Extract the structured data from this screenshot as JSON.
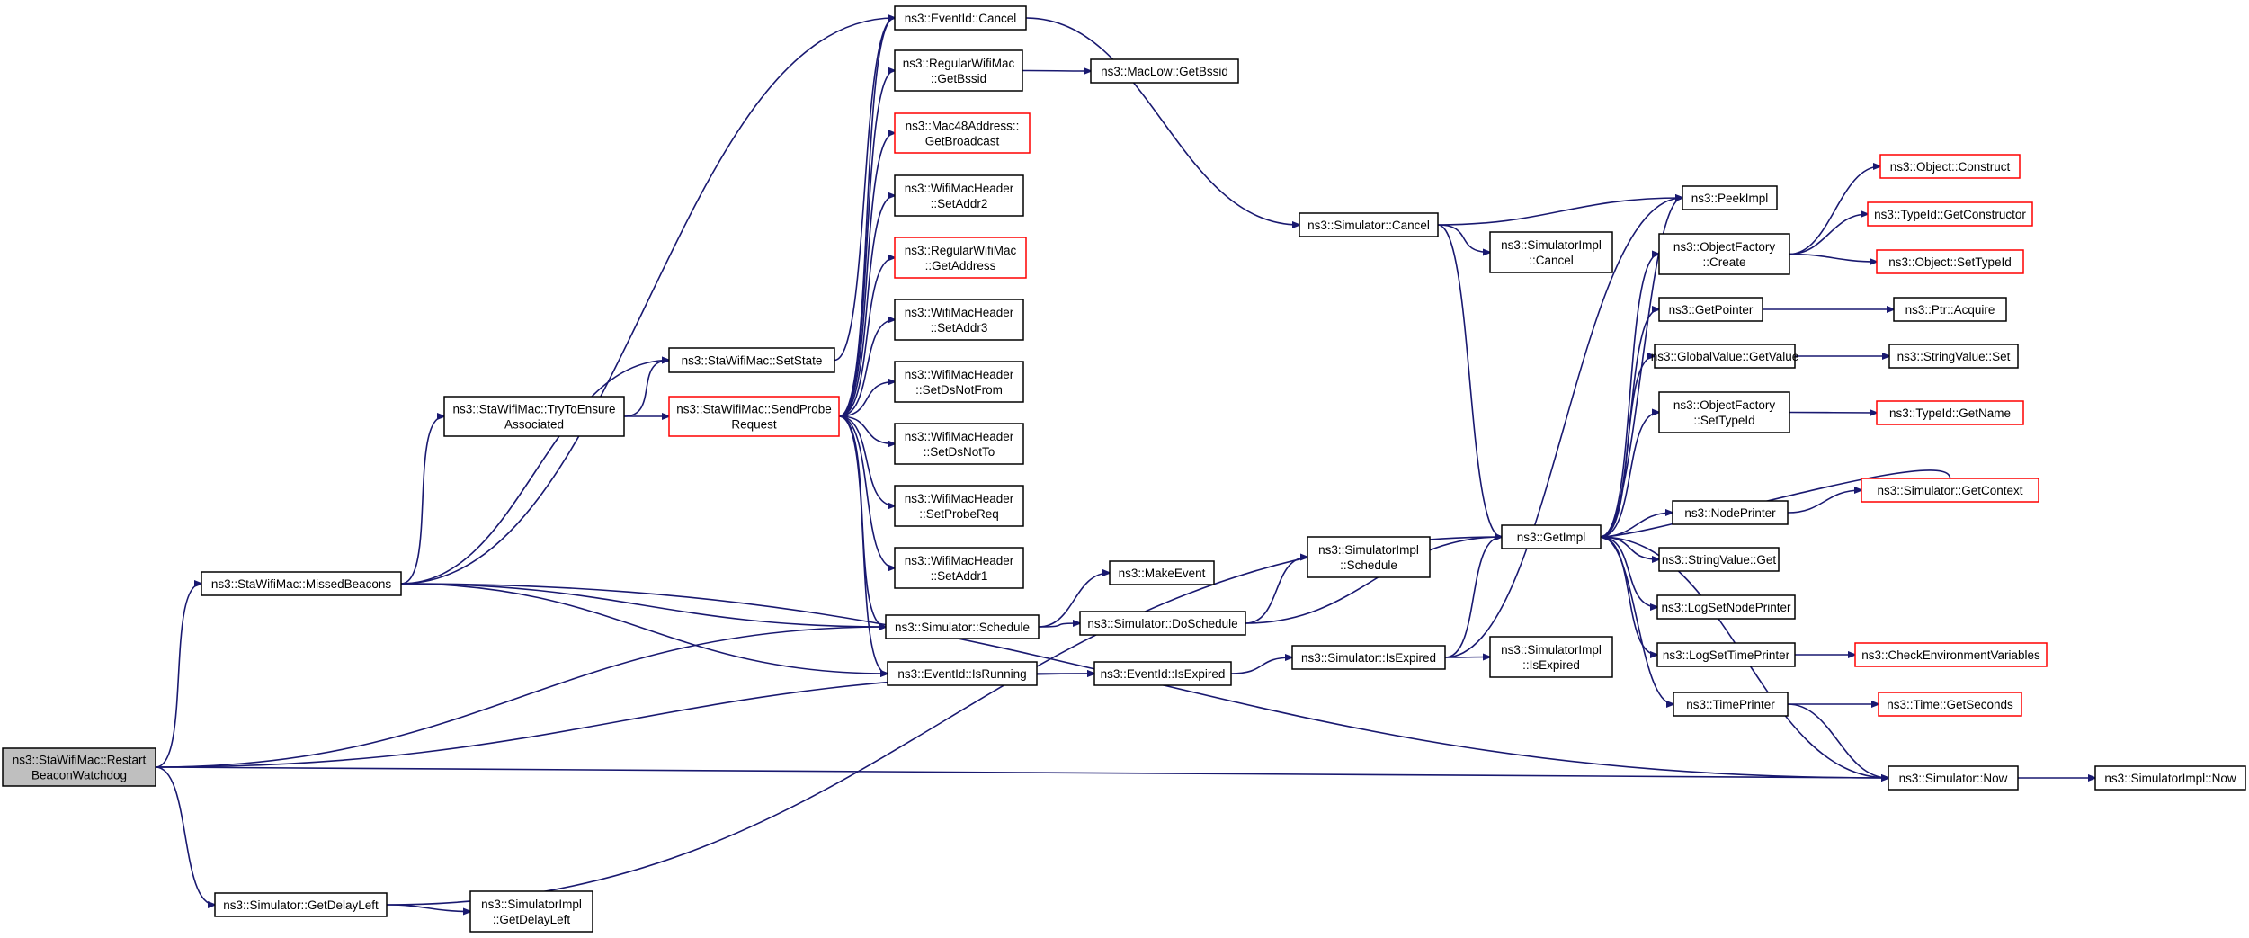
{
  "graph": {
    "nodes": [
      {
        "id": "restart",
        "lines": [
          "ns3::StaWifiMac::Restart",
          "BeaconWatchdog"
        ],
        "border": "black",
        "root": true
      },
      {
        "id": "missed",
        "lines": [
          "ns3::StaWifiMac::MissedBeacons"
        ],
        "border": "black"
      },
      {
        "id": "getdelayleft",
        "lines": [
          "ns3::Simulator::GetDelayLeft"
        ],
        "border": "black"
      },
      {
        "id": "implgetdelayleft",
        "lines": [
          "ns3::SimulatorImpl",
          "::GetDelayLeft"
        ],
        "border": "black"
      },
      {
        "id": "trytoensure",
        "lines": [
          "ns3::StaWifiMac::TryToEnsure",
          "Associated"
        ],
        "border": "black"
      },
      {
        "id": "setstate",
        "lines": [
          "ns3::StaWifiMac::SetState"
        ],
        "border": "black"
      },
      {
        "id": "sendprobe",
        "lines": [
          "ns3::StaWifiMac::SendProbe",
          "Request"
        ],
        "border": "red"
      },
      {
        "id": "eventcancel",
        "lines": [
          "ns3::EventId::Cancel"
        ],
        "border": "black"
      },
      {
        "id": "getbssid",
        "lines": [
          "ns3::RegularWifiMac",
          "::GetBssid"
        ],
        "border": "black"
      },
      {
        "id": "maclowbssid",
        "lines": [
          "ns3::MacLow::GetBssid"
        ],
        "border": "black"
      },
      {
        "id": "broadcast",
        "lines": [
          "ns3::Mac48Address::",
          "GetBroadcast"
        ],
        "border": "red"
      },
      {
        "id": "addr2",
        "lines": [
          "ns3::WifiMacHeader",
          "::SetAddr2"
        ],
        "border": "black"
      },
      {
        "id": "getaddress",
        "lines": [
          "ns3::RegularWifiMac",
          "::GetAddress"
        ],
        "border": "red"
      },
      {
        "id": "addr3",
        "lines": [
          "ns3::WifiMacHeader",
          "::SetAddr3"
        ],
        "border": "black"
      },
      {
        "id": "dsnotfrom",
        "lines": [
          "ns3::WifiMacHeader",
          "::SetDsNotFrom"
        ],
        "border": "black"
      },
      {
        "id": "dsnotto",
        "lines": [
          "ns3::WifiMacHeader",
          "::SetDsNotTo"
        ],
        "border": "black"
      },
      {
        "id": "probereq",
        "lines": [
          "ns3::WifiMacHeader",
          "::SetProbeReq"
        ],
        "border": "black"
      },
      {
        "id": "addr1",
        "lines": [
          "ns3::WifiMacHeader",
          "::SetAddr1"
        ],
        "border": "black"
      },
      {
        "id": "schedule",
        "lines": [
          "ns3::Simulator::Schedule"
        ],
        "border": "black"
      },
      {
        "id": "isrunning",
        "lines": [
          "ns3::EventId::IsRunning"
        ],
        "border": "black"
      },
      {
        "id": "makeevent",
        "lines": [
          "ns3::MakeEvent"
        ],
        "border": "black"
      },
      {
        "id": "doschedule",
        "lines": [
          "ns3::Simulator::DoSchedule"
        ],
        "border": "black"
      },
      {
        "id": "evisexpired",
        "lines": [
          "ns3::EventId::IsExpired"
        ],
        "border": "black"
      },
      {
        "id": "implschedule",
        "lines": [
          "ns3::SimulatorImpl",
          "::Schedule"
        ],
        "border": "black"
      },
      {
        "id": "siminexpired",
        "lines": [
          "ns3::Simulator::IsExpired"
        ],
        "border": "black"
      },
      {
        "id": "simcancel",
        "lines": [
          "ns3::Simulator::Cancel"
        ],
        "border": "black"
      },
      {
        "id": "implcancel",
        "lines": [
          "ns3::SimulatorImpl",
          "::Cancel"
        ],
        "border": "black"
      },
      {
        "id": "implisexpired",
        "lines": [
          "ns3::SimulatorImpl",
          "::IsExpired"
        ],
        "border": "black"
      },
      {
        "id": "getimpl",
        "lines": [
          "ns3::GetImpl"
        ],
        "border": "black"
      },
      {
        "id": "peekimpl",
        "lines": [
          "ns3::PeekImpl"
        ],
        "border": "black"
      },
      {
        "id": "ofcreate",
        "lines": [
          "ns3::ObjectFactory",
          "::Create"
        ],
        "border": "black"
      },
      {
        "id": "getpointer",
        "lines": [
          "ns3::GetPointer"
        ],
        "border": "black"
      },
      {
        "id": "gvgetvalue",
        "lines": [
          "ns3::GlobalValue::GetValue"
        ],
        "border": "black"
      },
      {
        "id": "ofsettypeid",
        "lines": [
          "ns3::ObjectFactory",
          "::SetTypeId"
        ],
        "border": "black"
      },
      {
        "id": "nodeprinter",
        "lines": [
          "ns3::NodePrinter"
        ],
        "border": "black"
      },
      {
        "id": "svget",
        "lines": [
          "ns3::StringValue::Get"
        ],
        "border": "black"
      },
      {
        "id": "logsetnode",
        "lines": [
          "ns3::LogSetNodePrinter"
        ],
        "border": "black"
      },
      {
        "id": "logsettime",
        "lines": [
          "ns3::LogSetTimePrinter"
        ],
        "border": "black"
      },
      {
        "id": "timeprinter",
        "lines": [
          "ns3::TimePrinter"
        ],
        "border": "black"
      },
      {
        "id": "simnow",
        "lines": [
          "ns3::Simulator::Now"
        ],
        "border": "black"
      },
      {
        "id": "implnow",
        "lines": [
          "ns3::SimulatorImpl::Now"
        ],
        "border": "black"
      },
      {
        "id": "objconstruct",
        "lines": [
          "ns3::Object::Construct"
        ],
        "border": "red"
      },
      {
        "id": "getconstructor",
        "lines": [
          "ns3::TypeId::GetConstructor"
        ],
        "border": "red"
      },
      {
        "id": "objsettypeid",
        "lines": [
          "ns3::Object::SetTypeId"
        ],
        "border": "red"
      },
      {
        "id": "ptracquire",
        "lines": [
          "ns3::Ptr::Acquire"
        ],
        "border": "black"
      },
      {
        "id": "svset",
        "lines": [
          "ns3::StringValue::Set"
        ],
        "border": "black"
      },
      {
        "id": "typeidgetname",
        "lines": [
          "ns3::TypeId::GetName"
        ],
        "border": "red"
      },
      {
        "id": "getcontext",
        "lines": [
          "ns3::Simulator::GetContext"
        ],
        "border": "red"
      },
      {
        "id": "checkenv",
        "lines": [
          "ns3::CheckEnvironmentVariables"
        ],
        "border": "red"
      },
      {
        "id": "getseconds",
        "lines": [
          "ns3::Time::GetSeconds"
        ],
        "border": "red"
      }
    ],
    "edges": [
      [
        "restart",
        "missed"
      ],
      [
        "restart",
        "schedule"
      ],
      [
        "restart",
        "evisexpired"
      ],
      [
        "restart",
        "getdelayleft"
      ],
      [
        "restart",
        "simnow"
      ],
      [
        "missed",
        "eventcancel"
      ],
      [
        "missed",
        "setstate"
      ],
      [
        "missed",
        "trytoensure"
      ],
      [
        "missed",
        "schedule"
      ],
      [
        "missed",
        "isrunning"
      ],
      [
        "missed",
        "simnow"
      ],
      [
        "getdelayleft",
        "implgetdelayleft"
      ],
      [
        "getdelayleft",
        "getimpl"
      ],
      [
        "trytoensure",
        "setstate"
      ],
      [
        "trytoensure",
        "sendprobe"
      ],
      [
        "setstate",
        "eventcancel"
      ],
      [
        "sendprobe",
        "eventcancel"
      ],
      [
        "sendprobe",
        "getbssid"
      ],
      [
        "sendprobe",
        "broadcast"
      ],
      [
        "sendprobe",
        "addr2"
      ],
      [
        "sendprobe",
        "getaddress"
      ],
      [
        "sendprobe",
        "addr3"
      ],
      [
        "sendprobe",
        "dsnotfrom"
      ],
      [
        "sendprobe",
        "dsnotto"
      ],
      [
        "sendprobe",
        "probereq"
      ],
      [
        "sendprobe",
        "addr1"
      ],
      [
        "sendprobe",
        "schedule"
      ],
      [
        "sendprobe",
        "isrunning"
      ],
      [
        "eventcancel",
        "simcancel"
      ],
      [
        "getbssid",
        "maclowbssid"
      ],
      [
        "schedule",
        "makeevent"
      ],
      [
        "schedule",
        "doschedule"
      ],
      [
        "isrunning",
        "evisexpired"
      ],
      [
        "evisexpired",
        "siminexpired"
      ],
      [
        "doschedule",
        "implschedule"
      ],
      [
        "doschedule",
        "getimpl"
      ],
      [
        "siminexpired",
        "implisexpired"
      ],
      [
        "siminexpired",
        "getimpl"
      ],
      [
        "siminexpired",
        "peekimpl"
      ],
      [
        "simcancel",
        "peekimpl"
      ],
      [
        "simcancel",
        "implcancel"
      ],
      [
        "simcancel",
        "getimpl"
      ],
      [
        "getimpl",
        "peekimpl"
      ],
      [
        "getimpl",
        "ofcreate"
      ],
      [
        "getimpl",
        "getpointer"
      ],
      [
        "getimpl",
        "gvgetvalue"
      ],
      [
        "getimpl",
        "ofsettypeid"
      ],
      [
        "getimpl",
        "nodeprinter"
      ],
      [
        "getimpl",
        "svget"
      ],
      [
        "getimpl",
        "logsetnode"
      ],
      [
        "getimpl",
        "logsettime"
      ],
      [
        "getimpl",
        "timeprinter"
      ],
      [
        "getimpl",
        "simnow"
      ],
      [
        "ofcreate",
        "objconstruct"
      ],
      [
        "ofcreate",
        "getconstructor"
      ],
      [
        "ofcreate",
        "objsettypeid"
      ],
      [
        "getpointer",
        "ptracquire"
      ],
      [
        "gvgetvalue",
        "svset"
      ],
      [
        "ofsettypeid",
        "typeidgetname"
      ],
      [
        "nodeprinter",
        "getcontext"
      ],
      [
        "getcontext",
        "getimpl"
      ],
      [
        "logsettime",
        "checkenv"
      ],
      [
        "timeprinter",
        "getseconds"
      ],
      [
        "timeprinter",
        "simnow"
      ],
      [
        "simnow",
        "implnow"
      ]
    ]
  }
}
